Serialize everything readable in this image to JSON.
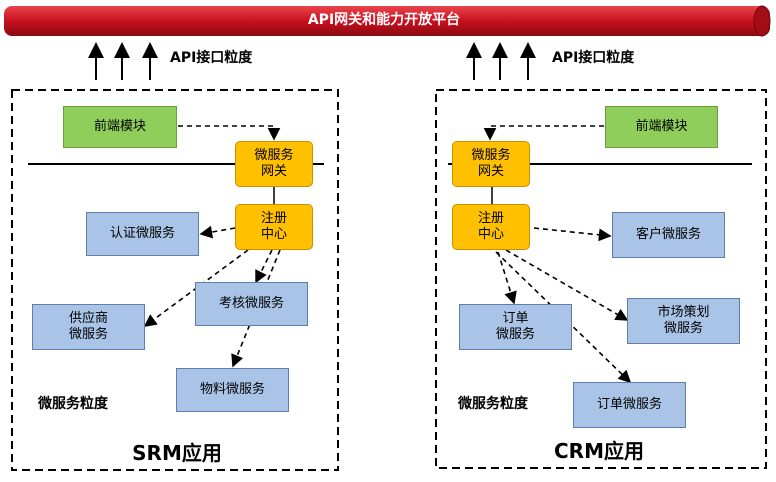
{
  "banner": {
    "title": "API网关和能力开放平台"
  },
  "api_granularity_label": "API接口粒度",
  "service_granularity_label": "微服务粒度",
  "srm": {
    "app_label": "SRM应用",
    "frontend": "前端模块",
    "gateway": "微服务\n网关",
    "registry": "注册\n中心",
    "auth_service": "认证微服务",
    "supplier_service": "供应商\n微服务",
    "assessment_service": "考核微服务",
    "material_service": "物料微服务"
  },
  "crm": {
    "app_label": "CRM应用",
    "frontend": "前端模块",
    "gateway": "微服务\n网关",
    "registry": "注册\n中心",
    "customer_service": "客户微服务",
    "order_service_a": "订单\n微服务",
    "marketing_service": "市场策划\n微服务",
    "order_service_b": "订单微服务"
  },
  "colors": {
    "banner": "#c8101e",
    "module_green": "#8fce5a",
    "service_blue": "#a9c4e6",
    "gateway_orange": "#ffc000"
  }
}
